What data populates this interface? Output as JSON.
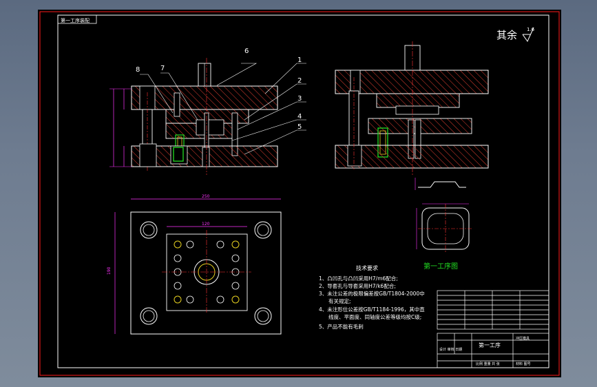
{
  "title_tag": "第一工序装配",
  "roughness": {
    "label": "其余",
    "value": "1.6"
  },
  "part_numbers": [
    "8",
    "7",
    "6",
    "1",
    "2",
    "3",
    "4",
    "5"
  ],
  "tech_requirements": {
    "heading": "技术要求",
    "items": [
      "1、凸凹孔与凸凹采用H7/m6配合;",
      "2、导套孔与导套采用H7/k6配合;",
      "3、未注公差的极限偏差按GB/T1804-2000中",
      "有关规定;",
      "4、未注形位公差按GB/T1184-1996，其中直",
      "线度、平面度、同轴度公差等级均按C级;",
      "5、产品不能有毛刺"
    ]
  },
  "process_caption": "第一工序图",
  "title_block": {
    "drawing_name": "第一工序",
    "left_small": "设计 审核 日期",
    "bottom_left": "比例 重量 共 张",
    "right_top": "冲压模具",
    "right_bottom": "材料 图号"
  },
  "dims": {
    "width_top": "250",
    "width_inner": "120",
    "height_side": "190"
  },
  "colors": {
    "frame": "#ff1a1a",
    "line": "#ffffff",
    "hatch": "#d43b2f",
    "center": "#ff3333",
    "dim": "#ff33ff",
    "green": "#22dd22",
    "yellow": "#e6d020"
  }
}
